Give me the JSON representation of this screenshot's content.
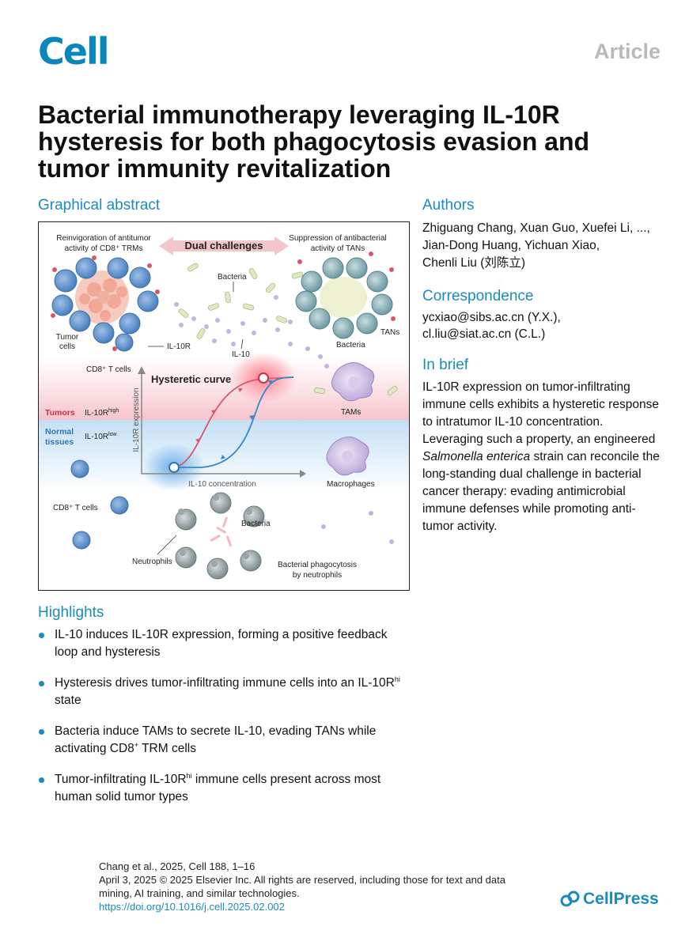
{
  "header": {
    "logo": "Cell",
    "article_label": "Article"
  },
  "title": "Bacterial immunotherapy leveraging IL-10R hysteresis for both phagocytosis evasion and tumor immunity revitalization",
  "graphical_abstract": {
    "heading": "Graphical abstract",
    "labels": {
      "top_left": [
        "Reinvigoration of antitumor",
        "activity of CD8⁺ TRMs"
      ],
      "dual": "Dual challenges",
      "top_right": [
        "Suppression of antibacterial",
        "activity of TANs"
      ],
      "bacteria_top": "Bacteria",
      "tumor_cells": [
        "Tumor",
        "cells"
      ],
      "il10r": "IL-10R",
      "il10": "IL-10",
      "bacteria_right": "Bacteria",
      "tans": "TANs",
      "cd8_top": "CD8⁺ T cells",
      "hysteretic": "Hysteretic curve",
      "tams": "TAMs",
      "tumors": "Tumors",
      "il10r_high": "IL-10R",
      "high": "high",
      "normal": [
        "Normal",
        "tissues"
      ],
      "il10r_low": "IL-10R",
      "low": "low",
      "y_axis": "IL-10R expression",
      "x_axis": "IL-10 concentration",
      "macrophages": "Macrophages",
      "cd8_bottom": "CD8⁺ T cells",
      "bacteria_bottom": "Bacteria",
      "neutrophils": "Neutrophils",
      "phago": [
        "Bacterial phagocytosis",
        "by neutrophils"
      ]
    }
  },
  "authors": {
    "heading": "Authors",
    "lines": [
      "Zhiguang Chang, Xuan Guo, Xuefei Li, ...,",
      "Jian-Dong Huang, Yichuan Xiao,",
      "Chenli Liu (刘陈立)"
    ]
  },
  "correspondence": {
    "heading": "Correspondence",
    "lines": [
      "ycxiao@sibs.ac.cn (Y.X.),",
      "cl.liu@siat.ac.cn (C.L.)"
    ]
  },
  "in_brief": {
    "heading": "In brief",
    "text_before_em": "IL-10R expression on tumor-infiltrating immune cells exhibits a hysteretic response to intratumor IL-10 concentration. Leveraging such a property, an engineered ",
    "em": "Salmonella enterica",
    "text_after_em": " strain can reconcile the long-standing dual challenge in bacterial cancer therapy: evading antimicrobial immune defenses while promoting anti-tumor activity."
  },
  "highlights": {
    "heading": "Highlights",
    "items": [
      {
        "text": "IL-10 induces IL-10R expression, forming a positive feedback loop and hysteresis",
        "sup": "",
        "after": ""
      },
      {
        "text": "Hysteresis drives tumor-infiltrating immune cells into an IL-10R",
        "sup": "hi",
        "after": " state"
      },
      {
        "text": "Bacteria induce TAMs to secrete IL-10, evading TANs while activating CD8",
        "sup": "+",
        "after": " TRM cells"
      },
      {
        "text": "Tumor-infiltrating IL-10R",
        "sup": "hi",
        "after": " immune cells present across most human solid tumor types"
      }
    ]
  },
  "footer": {
    "citation": "Chang et al., 2025, Cell 188, 1–16",
    "copyright": "April 3, 2025 © 2025 Elsevier Inc. All rights are reserved, including those for text and data mining, AI training, and similar technologies.",
    "doi": "https://doi.org/10.1016/j.cell.2025.02.002",
    "publisher": "CellPress"
  },
  "colors": {
    "accent": "#1a8bbf",
    "tumor_band": "#f6c7cf",
    "normal_band": "#c9e3f5",
    "curve_up": "#d9576a",
    "curve_down": "#3a86c8"
  }
}
